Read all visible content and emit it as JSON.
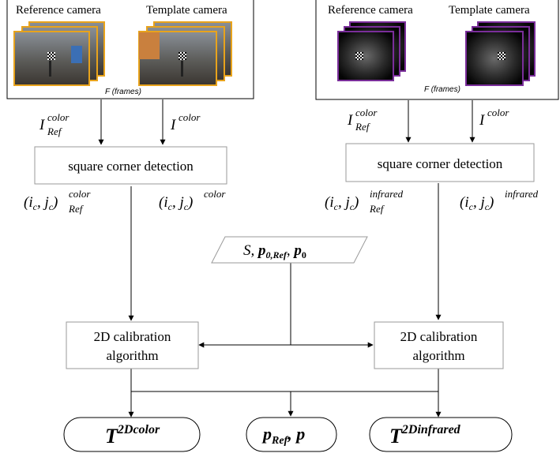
{
  "color_panel": {
    "ref_label": "Reference camera",
    "tpl_label": "Template camera",
    "frames_label": "F (frames)",
    "frame_border": "#e8a31c"
  },
  "ir_panel": {
    "ref_label": "Reference camera",
    "tpl_label": "Template camera",
    "frames_label": "F (frames)",
    "frame_border": "#7a2e9a"
  },
  "color_branch": {
    "input_ref": {
      "base": "I",
      "sup": "color",
      "sub": "Ref"
    },
    "input_tpl": {
      "base": "I",
      "sup": "color"
    },
    "detector_label": "square corner detection",
    "corners_ref": {
      "base": "(i",
      "sub1": "c",
      "mid": ", j",
      "sub2": "c",
      "close": ")",
      "sup": "color",
      "subR": "Ref"
    },
    "corners_tpl": {
      "base": "(i",
      "sub1": "c",
      "mid": ", j",
      "sub2": "c",
      "close": ")",
      "sup": "color"
    },
    "calib_label_line1": "2D calibration",
    "calib_label_line2": "algorithm"
  },
  "ir_branch": {
    "input_ref": {
      "base": "I",
      "sup": "color",
      "sub": "Ref"
    },
    "input_tpl": {
      "base": "I",
      "sup": "color"
    },
    "detector_label": "square corner detection",
    "corners_ref": {
      "base": "(i",
      "sub1": "c",
      "mid": ", j",
      "sub2": "c",
      "close": ")",
      "sup": "infrared",
      "subR": "Ref"
    },
    "corners_tpl": {
      "base": "(i",
      "sub1": "c",
      "mid": ", j",
      "sub2": "c",
      "close": ")",
      "sup": "infrared"
    },
    "calib_label_line1": "2D calibration",
    "calib_label_line2": "algorithm"
  },
  "params": {
    "s": "S, ",
    "p0ref_base": "p",
    "p0ref_sub": "0,Ref",
    "sep": ", ",
    "p0_base": "p",
    "p0_sub": "0"
  },
  "outputs": {
    "color": {
      "base": "T",
      "sup": "2Dcolor"
    },
    "points": {
      "base1": "p",
      "sub1": "Ref",
      "sep": ", ",
      "base2": "p"
    },
    "infrared": {
      "base": "T",
      "sup": "2Dinfrared"
    }
  }
}
